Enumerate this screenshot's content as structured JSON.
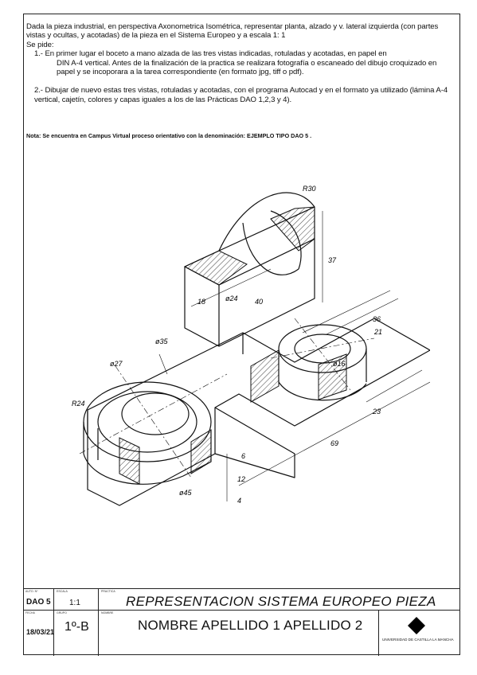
{
  "intro": {
    "p1": "Dada la pieza industrial, en perspectiva Axonometrica Isométrica, representar  planta, alzado y v. lateral izquierda (con partes vistas y ocultas, y acotadas) de la pieza  en el Sistema Europeo y a escala 1: 1",
    "p2": "Se pide:",
    "item1a": "1.- En primer lugar el boceto a mano alzada de las tres vistas indicadas, rotuladas y acotadas, en papel en",
    "item1b": "DIN A-4 vertical. Antes de la finalización de la practica se realizara fotografía o escaneado del dibujo croquizado en papel y se incoporara a la tarea correspondiente (en formato jpg, tiff o pdf).",
    "item2": "2.- Dibujar de nuevo estas tres vistas, rotuladas y acotadas, con el programa Autocad  y en el formato ya utilizado (lámina A-4 vertical, cajetín, colores y capas iguales a los de las Prácticas DAO 1,2,3 y 4)."
  },
  "note": "Nota: Se encuentra en Campus Virtual proceso orientativo con la denominación: EJEMPLO TIPO DAO 5 .",
  "dimensions": {
    "r30": "R30",
    "h37": "37",
    "w18": "18",
    "d24": "ø24",
    "w40": "40",
    "w36": "36",
    "w21": "21",
    "d16": "ø16",
    "d35": "ø35",
    "d27": "ø27",
    "r24": "R24",
    "h6": "6",
    "h12": "12",
    "h4": "4",
    "w23": "23",
    "w69": "69",
    "d45": "ø45"
  },
  "title_block": {
    "cap_code": "AUTO. Nº",
    "code": "DAO 5",
    "cap_scale": "ESCALA",
    "scale": "1:1",
    "cap_practice": "PRACTICA",
    "title": "REPRESENTACION SISTEMA EUROPEO PIEZA",
    "cap_date": "FECHA",
    "date": "18/03/21",
    "cap_group": "GRUPO",
    "group": "1º-B",
    "cap_name": "NOMBRE",
    "name": "NOMBRE   APELLIDO 1   APELLIDO 2",
    "university": "UNIVERSIDAD DE CASTILLA LA MANCHA"
  }
}
